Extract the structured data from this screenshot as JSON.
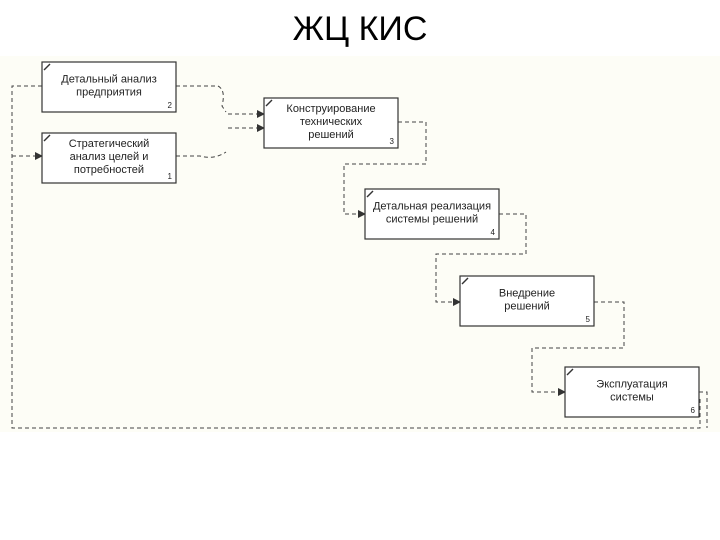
{
  "title": "ЖЦ КИС",
  "boxes": [
    {
      "label": [
        "Детальный анализ",
        "предприятия"
      ],
      "number": "2"
    },
    {
      "label": [
        "Стратегический",
        "анализ целей и",
        "потребностей"
      ],
      "number": "1"
    },
    {
      "label": [
        "Конструирование",
        "технических",
        "решений"
      ],
      "number": "3"
    },
    {
      "label": [
        "Детальная реализация",
        "системы решений"
      ],
      "number": "4"
    },
    {
      "label": [
        "Внедрение",
        "решений"
      ],
      "number": "5"
    },
    {
      "label": [
        "Эксплуатация",
        "системы"
      ],
      "number": "6"
    }
  ],
  "colors": {
    "background": "#fdfdf6",
    "stroke": "#333333",
    "text": "#222222"
  }
}
